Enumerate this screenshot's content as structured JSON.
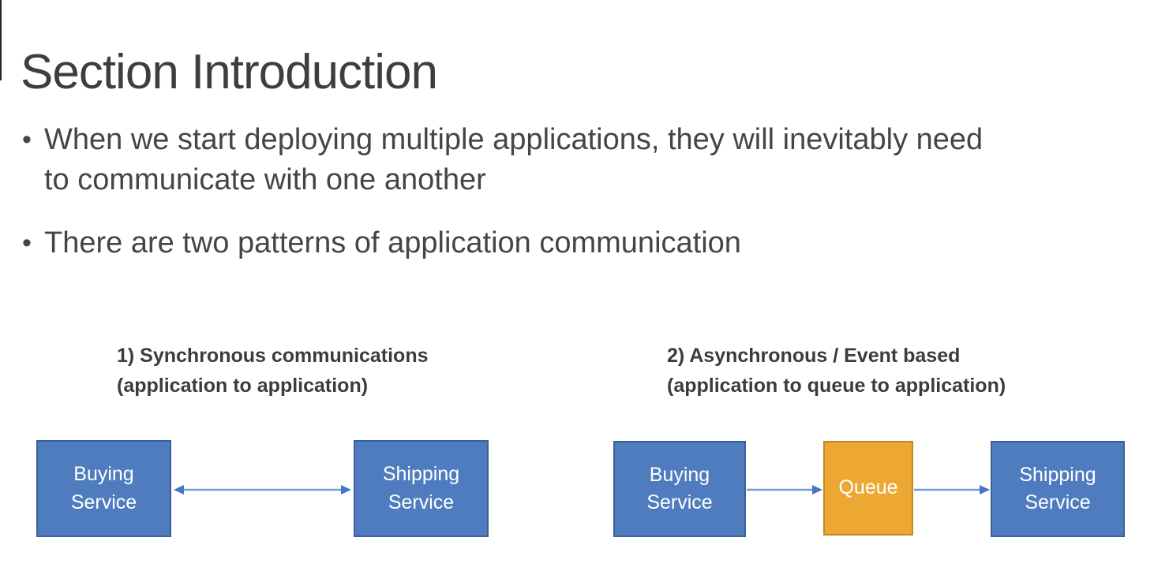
{
  "slide": {
    "title": "Section Introduction",
    "bullets": [
      {
        "marker": "•",
        "text": "When we start deploying multiple applications, they will inevitably need\nto communicate with one another"
      },
      {
        "marker": "•",
        "text": "There are two patterns of application communication"
      }
    ]
  },
  "diagrams": {
    "synchronous": {
      "heading": "1) Synchronous communications\n(application to application)",
      "node_left": "Buying Service",
      "node_right": "Shipping Service",
      "connector": "bidirectional-arrow"
    },
    "asynchronous": {
      "heading": "2) Asynchronous / Event based\n(application to queue to application)",
      "node_left": "Buying Service",
      "node_middle": "Queue",
      "node_right": "Shipping Service",
      "connector": "left-to-right-arrows"
    }
  },
  "colors": {
    "background": "#ffffff",
    "title_text": "#3e3e3e",
    "body_text": "#454545",
    "heading_text": "#3c3c3c",
    "box_text": "#ffffff",
    "service_fill": "#4e7cbe",
    "service_border": "#3a6097",
    "queue_fill": "#eda833",
    "queue_border": "#bf8a1e",
    "arrow_line": "#6f9cd6",
    "arrow_head": "#4676c0"
  }
}
